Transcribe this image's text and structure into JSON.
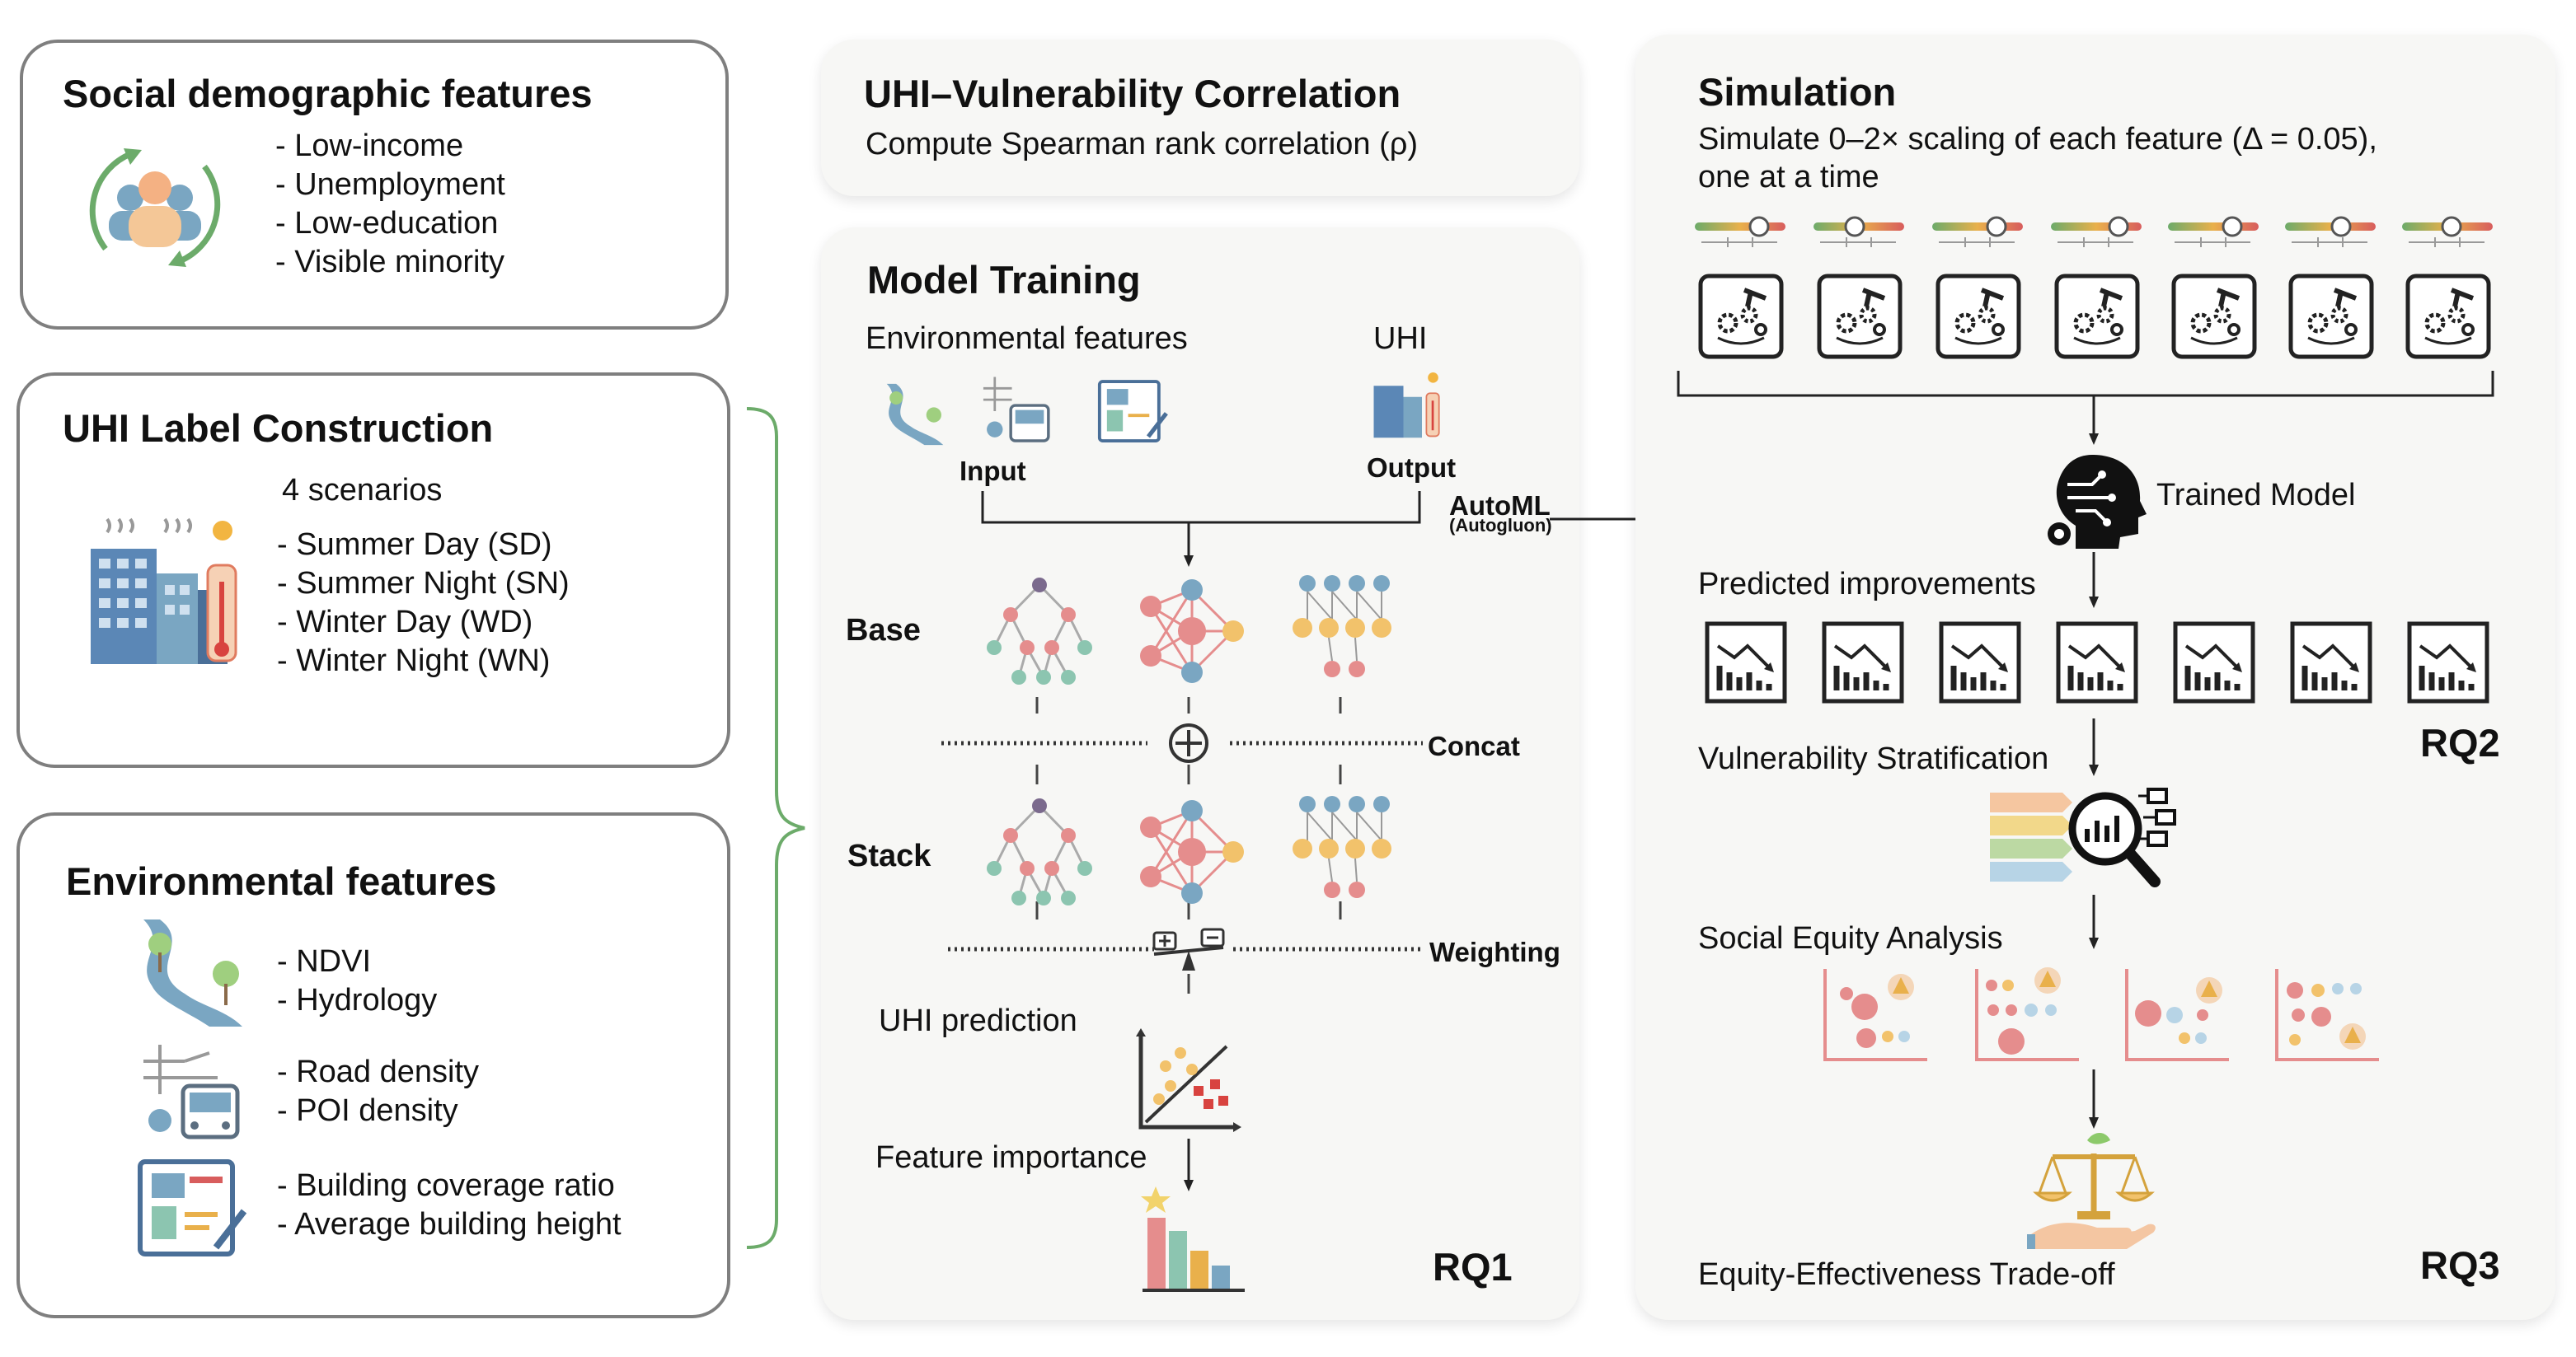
{
  "social": {
    "title": "Social demographic features",
    "items": [
      "- Low-income",
      "- Unemployment",
      "- Low-education",
      "- Visible minority"
    ]
  },
  "uhi_label": {
    "title": "UHI Label Construction",
    "subtitle": "4 scenarios",
    "items": [
      "- Summer Day (SD)",
      "- Summer Night (SN)",
      "- Winter Day (WD)",
      "- Winter Night (WN)"
    ]
  },
  "environmental": {
    "title": "Environmental features",
    "group1": [
      "- NDVI",
      "- Hydrology"
    ],
    "group2": [
      "- Road density",
      "- POI density"
    ],
    "group3": [
      "- Building coverage ratio",
      "- Average building height"
    ]
  },
  "correlation": {
    "title": "UHI–Vulnerability Correlation",
    "subtitle": "Compute Spearman rank correlation (ρ)"
  },
  "training": {
    "title": "Model Training",
    "env_label": "Environmental features",
    "uhi_label": "UHI",
    "input_label": "Input",
    "output_label": "Output",
    "base_label": "Base",
    "stack_label": "Stack",
    "concat_label": "Concat",
    "weighting_label": "Weighting",
    "uhi_prediction": "UHI prediction",
    "feature_importance": "Feature importance",
    "rq": "RQ1"
  },
  "automl": {
    "label": "AutoML",
    "sublabel": "(Autogluon)"
  },
  "simulation": {
    "title": "Simulation",
    "desc_line1": "Simulate 0–2× scaling of each feature (Δ = 0.05),",
    "desc_line2": "one at a time",
    "trained_model": "Trained Model",
    "predicted": "Predicted improvements",
    "stratification": "Vulnerability Stratification",
    "equity": "Social Equity Analysis",
    "tradeoff": "Equity-Effectiveness Trade-off",
    "rq2": "RQ2",
    "rq3": "RQ3"
  },
  "colors": {
    "border": "#7f7f7f",
    "panel": "#f7f7f5",
    "green": "#6cab6a",
    "red": "#d85d5d",
    "blue": "#7aa6c2",
    "orange": "#e9b04b",
    "purple": "#7b6a8d",
    "teal": "#8cc5b0",
    "pink": "#e58d8d"
  }
}
